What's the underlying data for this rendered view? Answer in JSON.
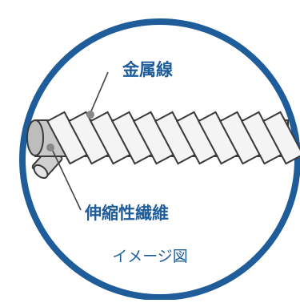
{
  "diagram": {
    "labels": {
      "metal_wire": "金属線",
      "stretch_fiber": "伸縮性繊維"
    },
    "caption": "イメージ図",
    "colors": {
      "ring": "#1f5d9a",
      "label_text": "#1f5d9a",
      "tube_fill": "#c8c8c8",
      "tube_stroke": "#3a3a3a",
      "band_fill": "#f4f4f4",
      "band_stroke": "#3a3a3a",
      "pointer_dot": "#888888",
      "leader_line": "#444444"
    },
    "coil": {
      "band_count": 11
    }
  }
}
